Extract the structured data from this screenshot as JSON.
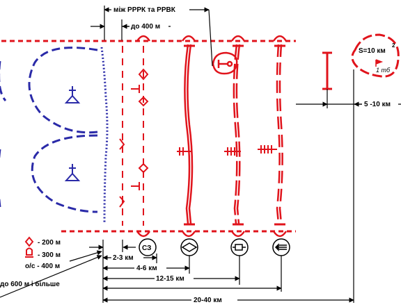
{
  "dimensions": {
    "between_rrrk_rrvk": "між РРРК та РРВК",
    "up_to_400": "до 400 м",
    "km_5_10": "5 -10 км",
    "km_2_3": "2-3 км",
    "km_4_6": "4-6 км",
    "km_12_15": "12-15 км",
    "km_20_40": "20-40 км",
    "up_to_600": "до 600 м і більше"
  },
  "legend": {
    "item_200": "- 200 м",
    "item_300": "- 300 м",
    "item_400": "о/с - 400 м"
  },
  "area": {
    "label": "S=10 км",
    "superscript": "2",
    "unit": "1 тб"
  },
  "markers": {
    "sz": "СЗ"
  },
  "colors": {
    "red": "#e0131b",
    "blue": "#2a2aa8",
    "black": "#000000"
  },
  "icons": [
    "diamond-icon",
    "post-icon",
    "square-icon",
    "arrow-icon"
  ]
}
